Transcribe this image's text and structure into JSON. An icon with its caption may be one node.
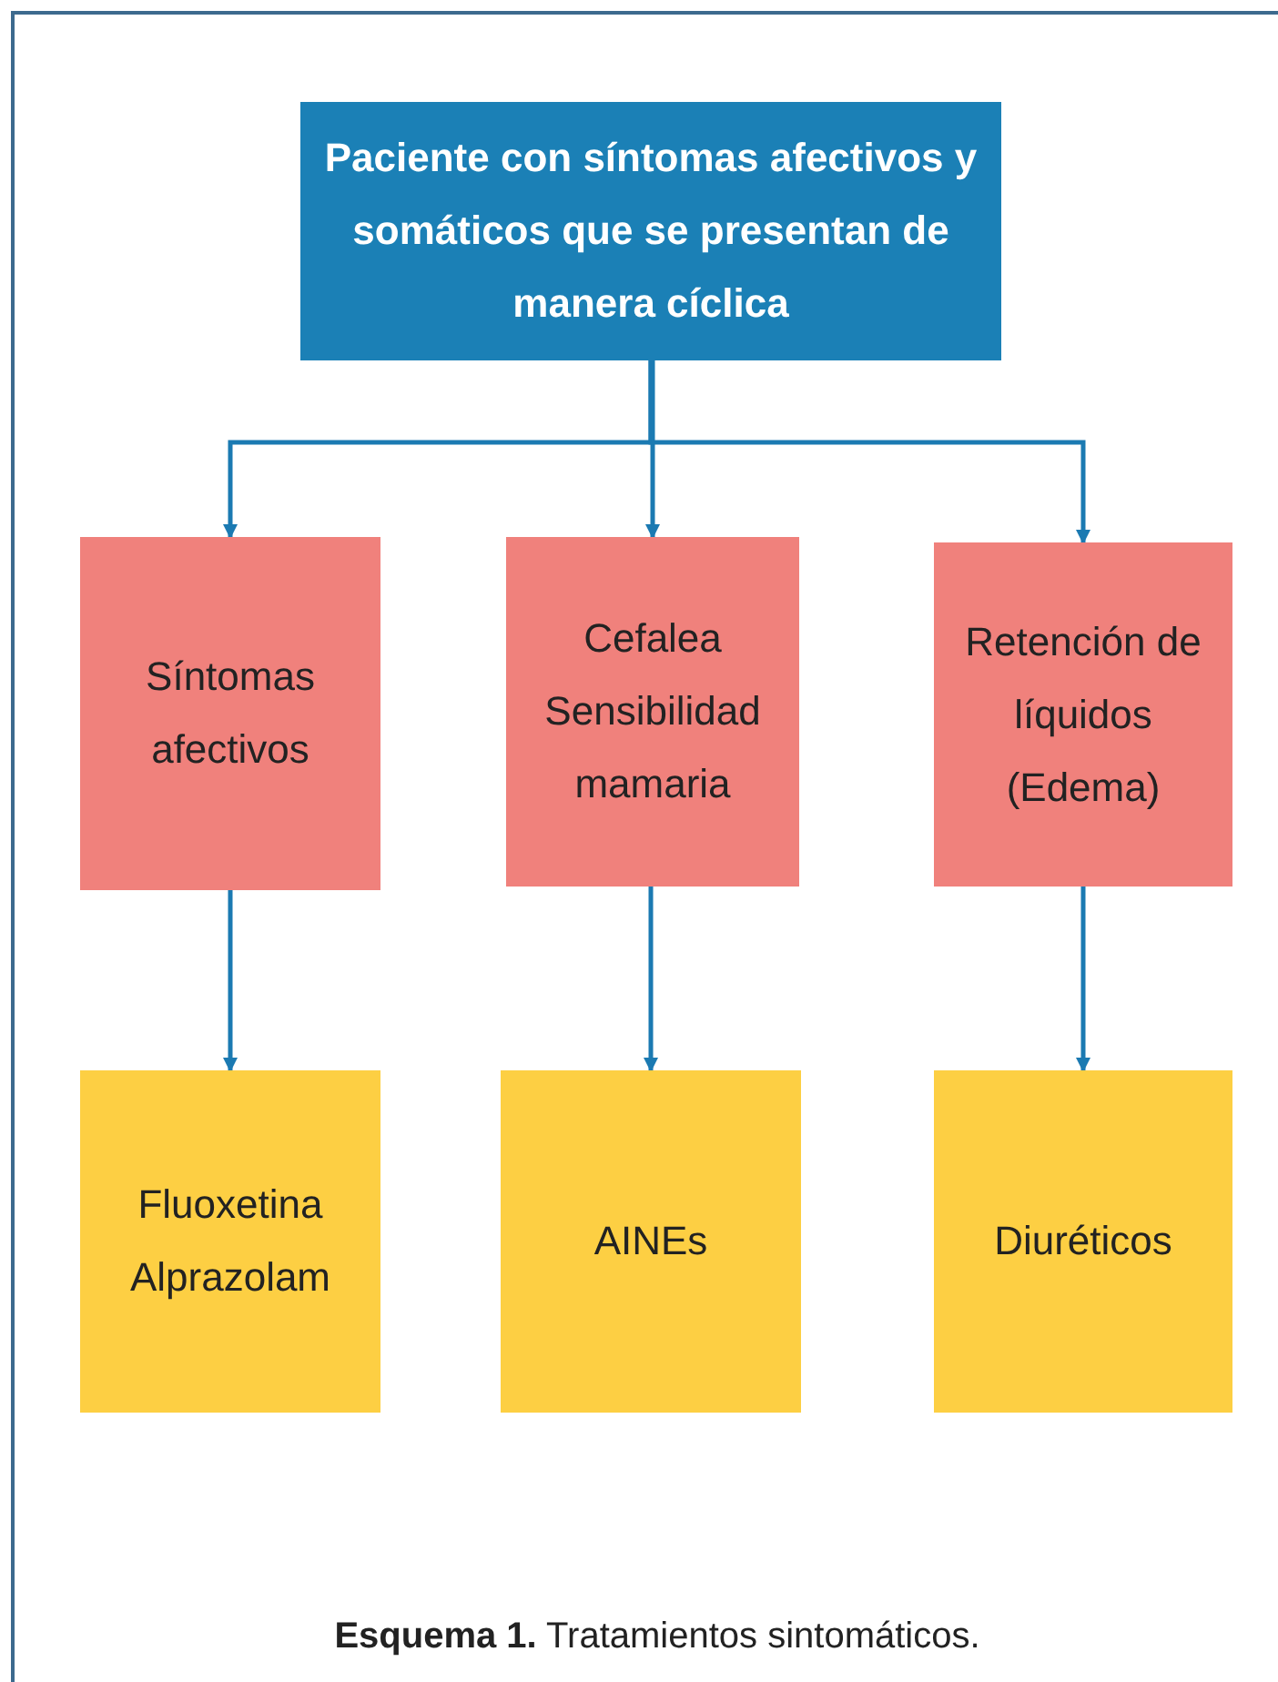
{
  "diagram": {
    "caption": "**Esquema 1.** Tratamientos sintomáticos.",
    "nodes": [
      {
        "text": [
          "Paciente con síntomas afectivos y somáticos que se presentan de manera cíclica"
        ]
      },
      {
        "text": [
          "Síntomas afectivos"
        ]
      },
      {
        "text": [
          "Cefalea",
          "Sensibilidad mamaria"
        ]
      },
      {
        "text": [
          "Retención de líquidos (Edema)"
        ]
      },
      {
        "text": [
          "Fluoxetina",
          "Alprazolam"
        ]
      },
      {
        "text": [
          "AINEs"
        ]
      },
      {
        "text": [
          "Diuréticos"
        ]
      }
    ],
    "edges": [
      {
        "from": 0,
        "to": 1,
        "arrow": "to"
      },
      {
        "from": 0,
        "to": 2,
        "arrow": "to"
      },
      {
        "from": 0,
        "to": 3,
        "arrow": "to"
      },
      {
        "from": 1,
        "to": 4,
        "arrow": "to"
      },
      {
        "from": 2,
        "to": 5,
        "arrow": "to"
      },
      {
        "from": 3,
        "to": 6,
        "arrow": "to"
      }
    ]
  }
}
